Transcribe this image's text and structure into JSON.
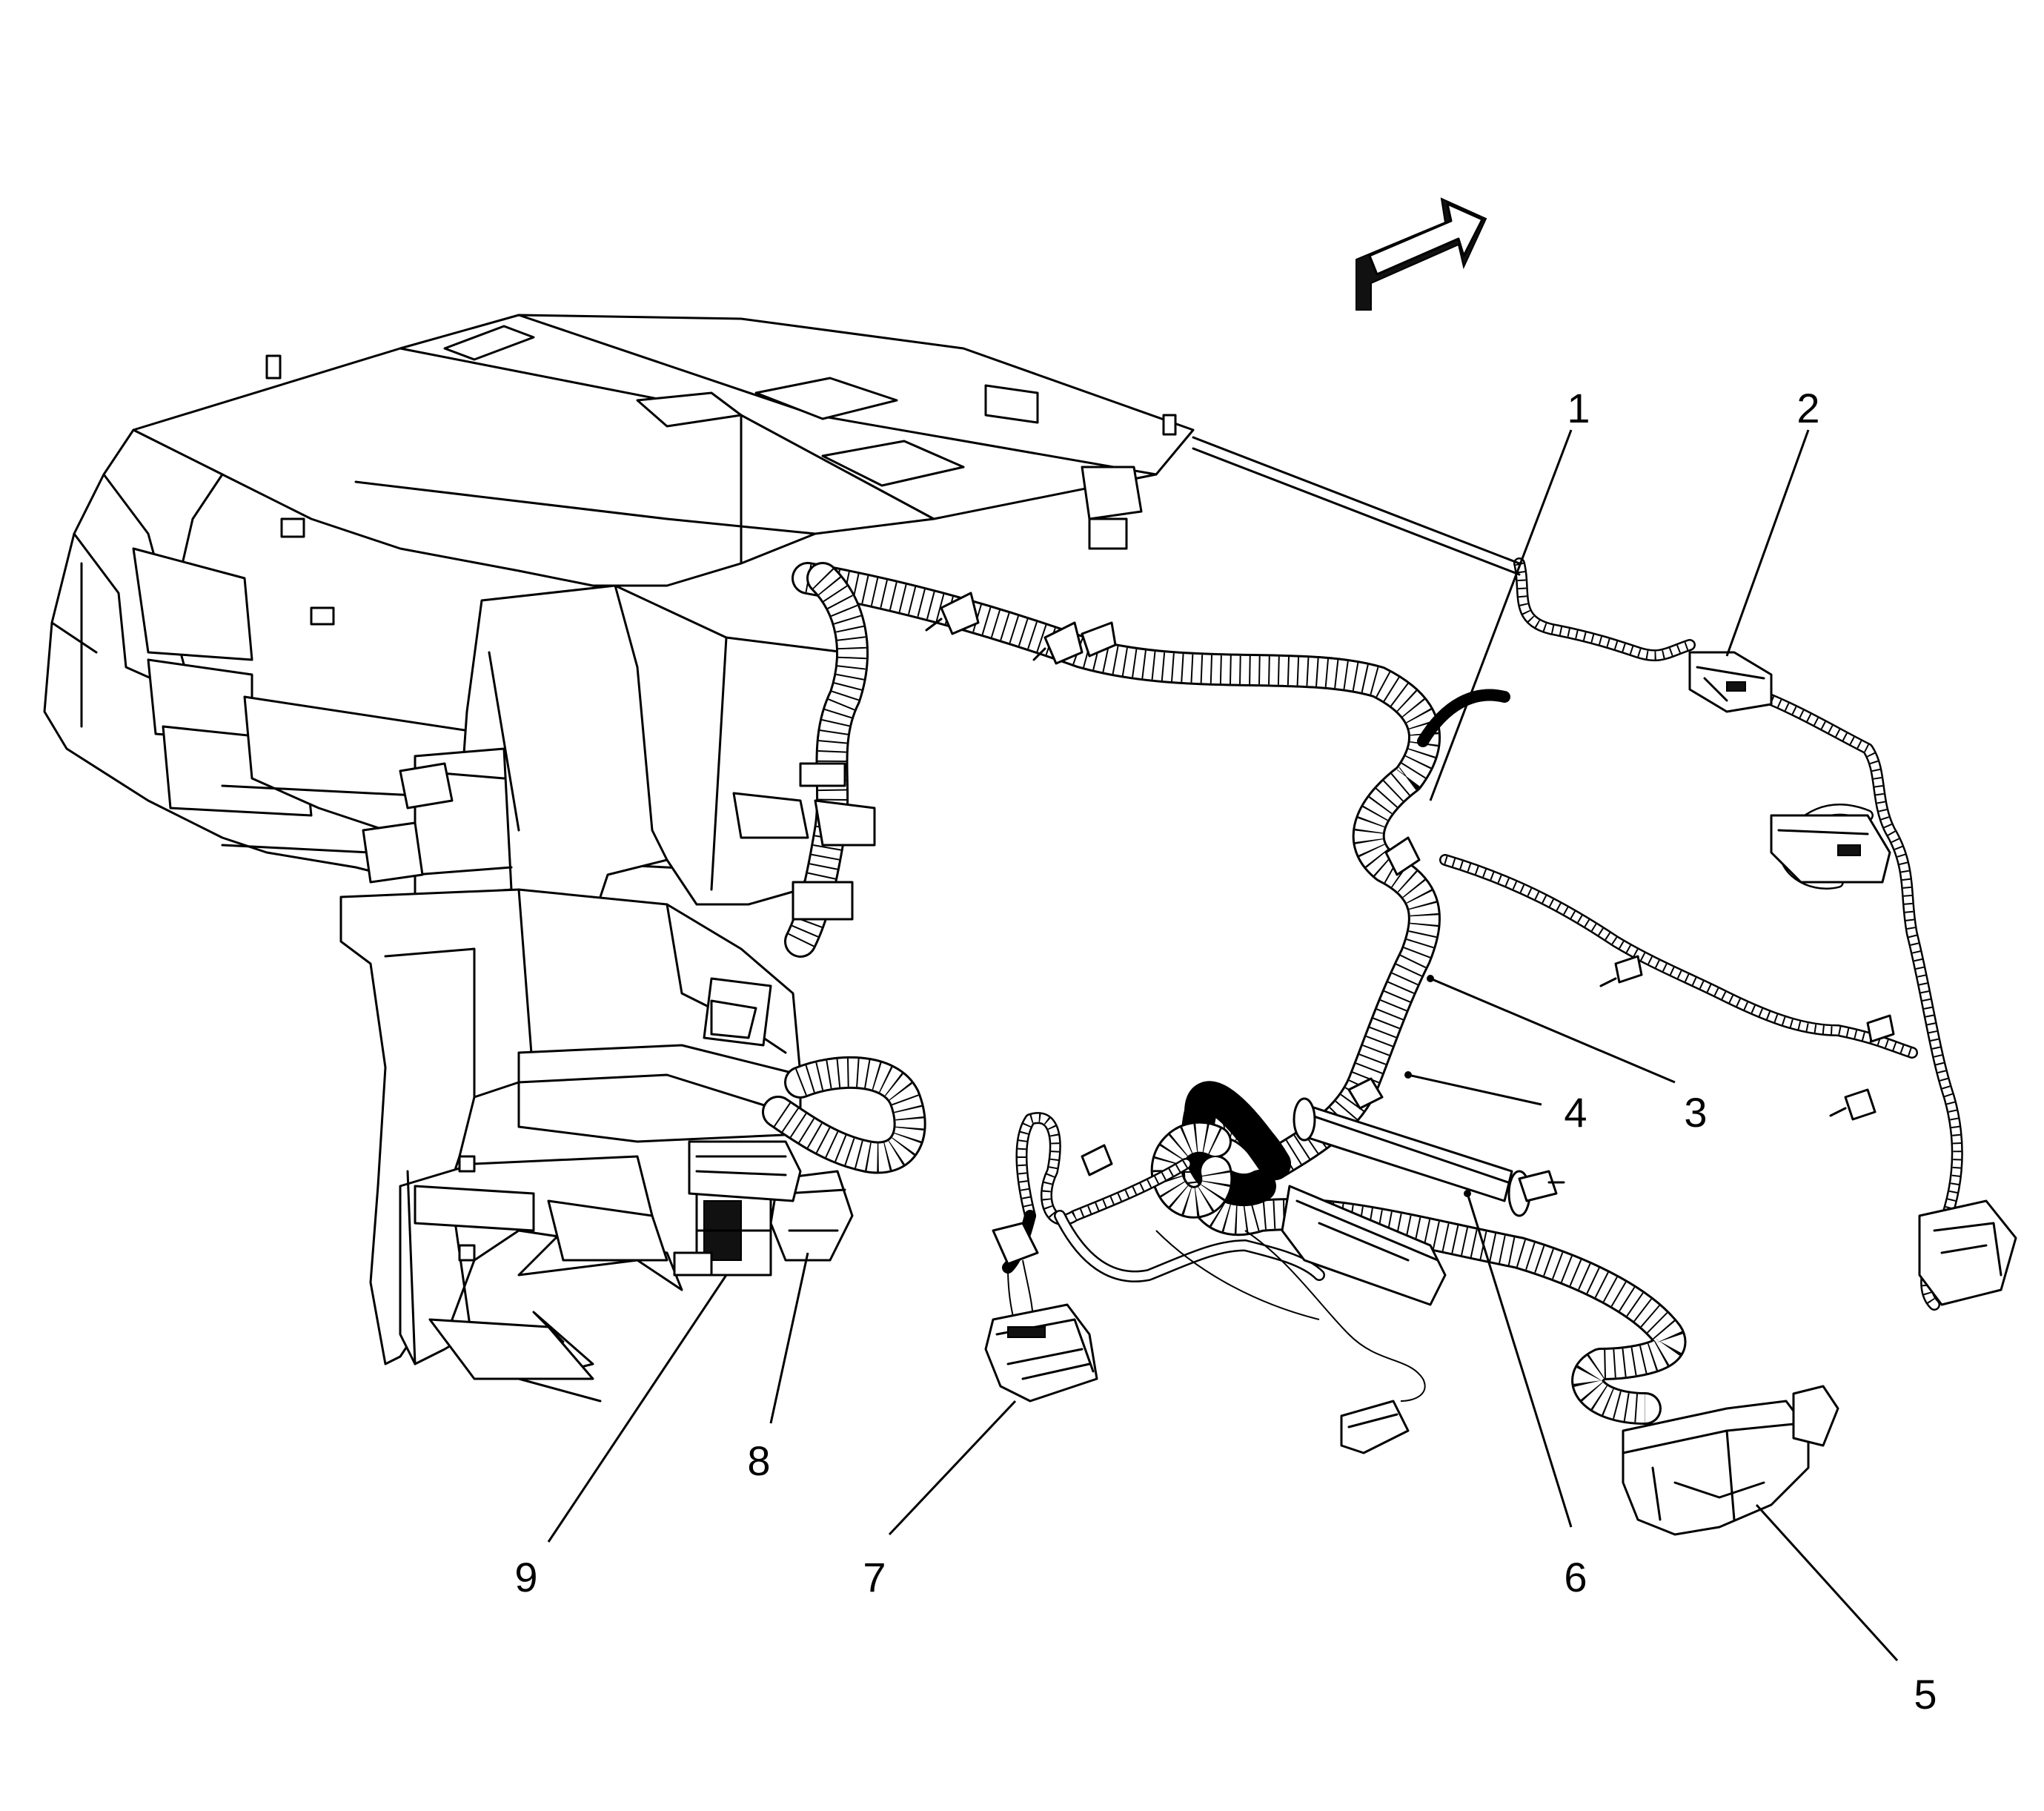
{
  "callouts": [
    {
      "id": "1",
      "label": "1"
    },
    {
      "id": "2",
      "label": "2"
    },
    {
      "id": "3",
      "label": "3"
    },
    {
      "id": "4",
      "label": "4"
    },
    {
      "id": "5",
      "label": "5"
    },
    {
      "id": "6",
      "label": "6"
    },
    {
      "id": "7",
      "label": "7"
    },
    {
      "id": "8",
      "label": "8"
    },
    {
      "id": "9",
      "label": "9"
    }
  ],
  "icons": {
    "direction": "forward-arrow-icon"
  },
  "colors": {
    "line": "#000000",
    "background": "#ffffff"
  }
}
